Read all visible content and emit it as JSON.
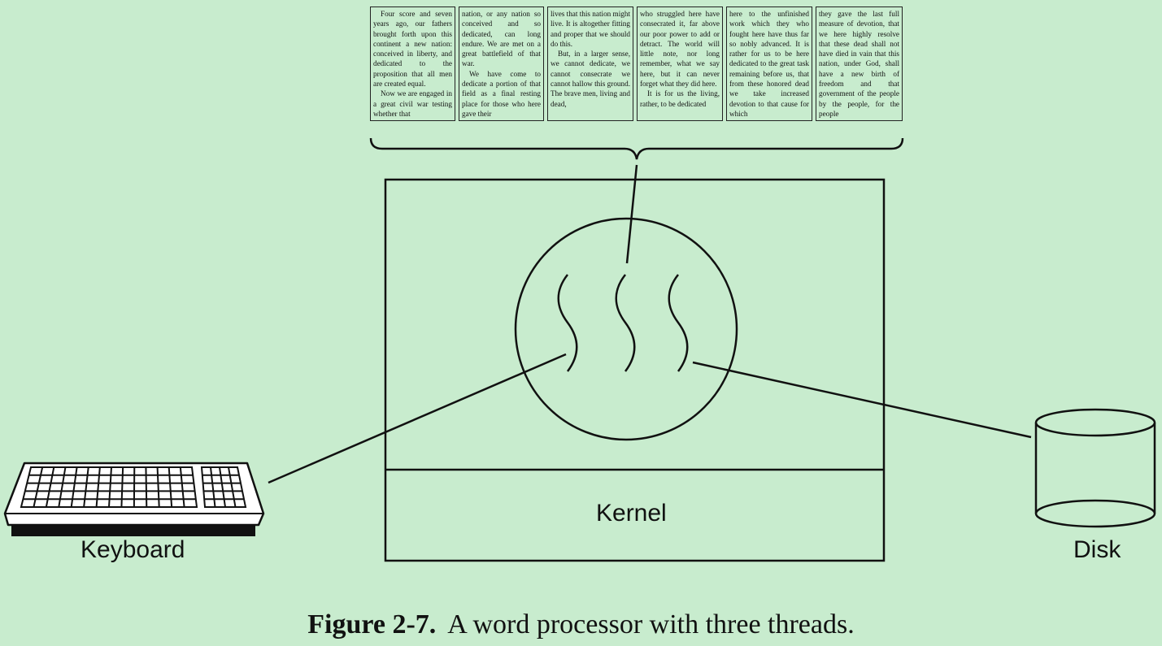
{
  "document_columns": [
    [
      "Four score and seven years ago, our fathers brought forth upon this continent a new nation: conceived in liberty, and dedicated to the proposition that all men are created equal.",
      "Now we are engaged in a great civil war testing whether that"
    ],
    [
      "nation, or any nation so conceived and so dedicated, can long endure. We are met on a great battlefield of that war.",
      "We have come to dedicate a portion of that field as a final resting place for those who here gave their"
    ],
    [
      "lives that this nation might live. It is altogether fitting and proper that we should do this.",
      "But, in a larger sense, we cannot dedicate, we cannot consecrate we cannot hallow this ground. The brave men, living and dead,"
    ],
    [
      "who struggled here have consecrated it, far above our poor power to add or detract. The world will little note, nor long remember, what we say here, but it can never forget what they did here.",
      "It is for us the living, rather, to be dedicated"
    ],
    [
      "here to the unfinished work which they who fought here have thus far so nobly advanced. It is rather for us to be here dedicated to the great task remaining before us, that from these honored dead we take increased devotion to that cause for which"
    ],
    [
      "they gave the last full measure of devotion, that we here highly resolve that these dead shall not have died in vain that this nation, under God, shall have a new birth of freedom and that government of the people by the people, for the people"
    ]
  ],
  "labels": {
    "kernel": "Kernel",
    "keyboard": "Keyboard",
    "disk": "Disk"
  },
  "caption": {
    "number": "Figure 2-7.",
    "text": "A word processor with three threads."
  },
  "colors": {
    "background": "#c8ecce",
    "ink": "#111111"
  }
}
